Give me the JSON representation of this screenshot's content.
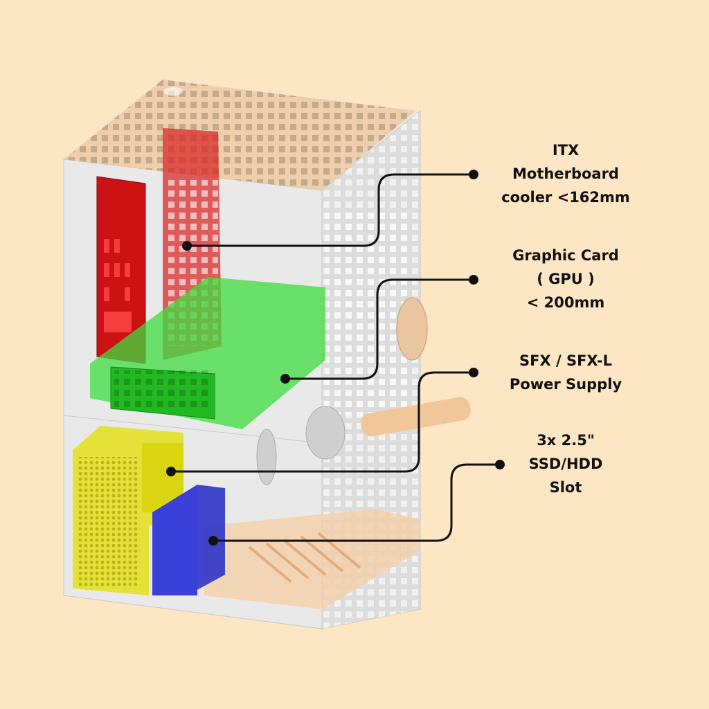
{
  "callouts": [
    {
      "lines": [
        "ITX",
        "Motherboard",
        "cooler <162mm"
      ],
      "color": "#d71e1e"
    },
    {
      "lines": [
        "Graphic Card",
        "( GPU )",
        "< 200mm"
      ],
      "color": "#3ddc3d"
    },
    {
      "lines": [
        "SFX / SFX-L",
        "Power Supply"
      ],
      "color": "#e3e01a"
    },
    {
      "lines": [
        "3x 2.5\"",
        "SSD/HDD",
        "Slot"
      ],
      "color": "#2e34c8"
    }
  ],
  "colors": {
    "background": "#fde6c4",
    "case": "#e6e6e6",
    "wood": "#f1c79a",
    "leader": "#111111"
  }
}
